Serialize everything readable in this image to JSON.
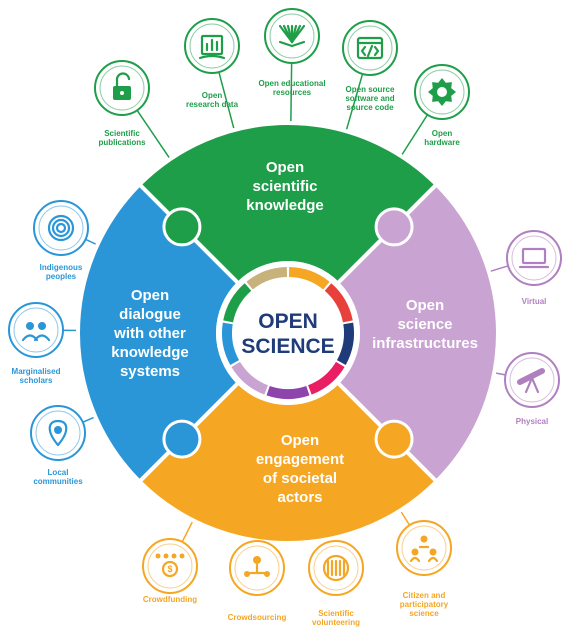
{
  "center": {
    "title": [
      "OPEN",
      "SCIENCE"
    ]
  },
  "segments": [
    {
      "id": "knowledge",
      "title": [
        "Open",
        "scientific",
        "knowledge"
      ],
      "color": "#1f9e4a"
    },
    {
      "id": "infrastructures",
      "title": [
        "Open",
        "science",
        "infrastructures"
      ],
      "color": "#c9a3d1"
    },
    {
      "id": "engagement",
      "title": [
        "Open",
        "engagement",
        "of societal",
        "actors"
      ],
      "color": "#f5a623"
    },
    {
      "id": "dialogue",
      "title": [
        "Open",
        "dialogue",
        "with other",
        "knowledge",
        "systems"
      ],
      "color": "#2a96d8"
    }
  ],
  "satellites": {
    "knowledge": [
      {
        "icon": "padlock-open-icon",
        "caption": [
          "Scientific",
          "publications"
        ]
      },
      {
        "icon": "research-data-icon",
        "caption": [
          "Open",
          "research data"
        ]
      },
      {
        "icon": "open-book-icon",
        "caption": [
          "Open educational",
          "resources"
        ]
      },
      {
        "icon": "code-window-icon",
        "caption": [
          "Open source",
          "software and",
          "source code"
        ]
      },
      {
        "icon": "gear-icon",
        "caption": [
          "Open",
          "hardware"
        ]
      }
    ],
    "infrastructures": [
      {
        "icon": "laptop-icon",
        "caption": [
          "Virtual"
        ]
      },
      {
        "icon": "telescope-icon",
        "caption": [
          "Physical"
        ]
      }
    ],
    "engagement": [
      {
        "icon": "crowdfunding-icon",
        "caption": [
          "Crowdfunding"
        ]
      },
      {
        "icon": "crowdsourcing-icon",
        "caption": [
          "Crowdsourcing"
        ]
      },
      {
        "icon": "hands-icon",
        "caption": [
          "Scientific",
          "volunteering"
        ]
      },
      {
        "icon": "citizen-group-icon",
        "caption": [
          "Citizen and",
          "participatory",
          "science"
        ]
      }
    ],
    "dialogue": [
      {
        "icon": "concentric-pattern-icon",
        "caption": [
          "Indigenous",
          "peoples"
        ]
      },
      {
        "icon": "scholars-icon",
        "caption": [
          "Marginalised",
          "scholars"
        ]
      },
      {
        "icon": "location-pin-icon",
        "caption": [
          "Local",
          "communities"
        ]
      }
    ]
  },
  "ring_colors": [
    "#f5a623",
    "#e8413b",
    "#1f3b7a",
    "#e91e63",
    "#8e44ad",
    "#c9a3d1",
    "#2a96d8",
    "#1f9e4a",
    "#c8b27c"
  ]
}
